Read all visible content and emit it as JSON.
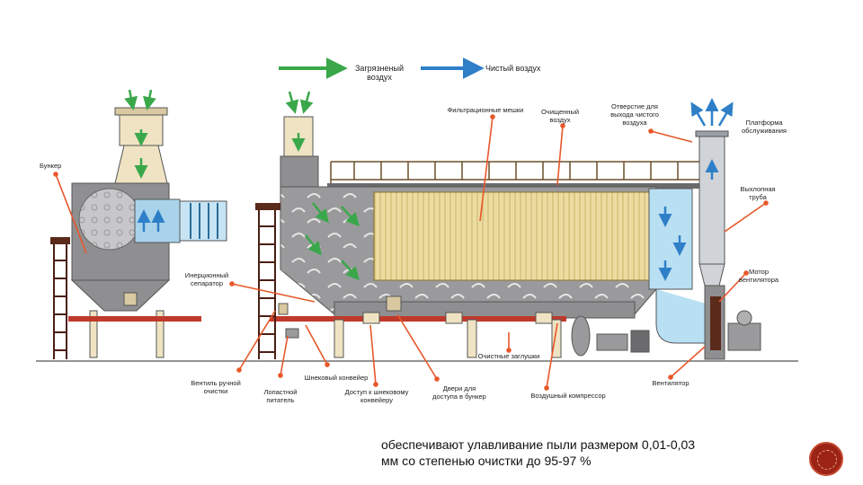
{
  "legend": {
    "dirty_air": "Загрязненый воздух",
    "clean_air": "Чистый воздух",
    "dirty_color": "#3aa84a",
    "clean_color": "#2f7fc8"
  },
  "labels": {
    "bunker": "Бункер",
    "filter_bags": "Фильтрационные мешки",
    "cleaned_air": "Очищенный воздух",
    "clean_air_outlet": "Отверстие для\nвыхода чистого воздуха",
    "service_platform": "Платформа\nобслуживания",
    "exhaust_duct": "Выхлопная\nтруба",
    "inertial_separator": "Инерционный\nсепаратор",
    "fan_motor": "Мотор\nвентилятора",
    "cleaning_plugs": "Очистные заглушки",
    "manual_valve": "Вентиль ручной\nочистки",
    "rotary_feeder": "Лопастной\nпитатель",
    "screw_conveyor": "Шнековый конвейер",
    "conveyor_access": "Доступ к шнековому\nконвейеру",
    "bunker_doors": "Двери для\nдоступа в бункер",
    "air_compressor": "Воздушный компрессор",
    "fan": "Вентилятор"
  },
  "caption": "обеспечивают улавливание пыли размером 0,01-0,03\nмм со степенью очистки до 95-97 %",
  "colors": {
    "housing": "#9a9a9c",
    "filter": "#e9d79a",
    "frame": "#f1e3c1",
    "conveyor": "#c0392b",
    "pointer": "#e8572a",
    "stair": "#4a1f14",
    "duct": "#b9dff2"
  }
}
